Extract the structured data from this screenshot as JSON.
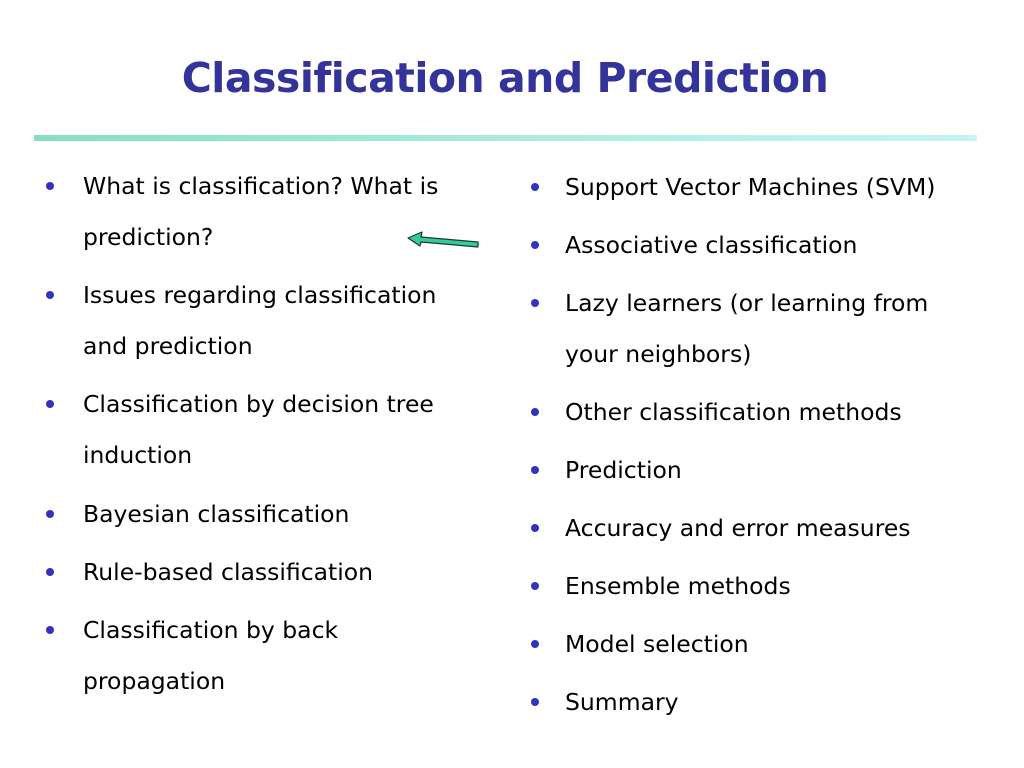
{
  "slide": {
    "title": "Classification and Prediction",
    "colors": {
      "title": "#333399",
      "bullet": "#3333bb",
      "text": "#000000",
      "rule_start": "#86dfbf",
      "rule_end": "#c6f4f1",
      "arrow_fill": "#33cc99",
      "arrow_outline": "#1a3a2a"
    },
    "left_column": {
      "items": [
        {
          "lines": [
            "What is classification? What is",
            "prediction?"
          ]
        },
        {
          "lines": [
            "Issues regarding classification",
            "and prediction"
          ]
        },
        {
          "lines": [
            "Classification by decision tree",
            "induction"
          ]
        },
        {
          "lines": [
            "Bayesian classification"
          ]
        },
        {
          "lines": [
            "Rule-based classification"
          ]
        },
        {
          "lines": [
            "Classification by back",
            "propagation"
          ]
        }
      ]
    },
    "right_column": {
      "items": [
        {
          "lines": [
            "Support Vector Machines (SVM)"
          ]
        },
        {
          "lines": [
            "Associative classification"
          ]
        },
        {
          "lines": [
            "Lazy learners (or learning from",
            "your neighbors)"
          ]
        },
        {
          "lines": [
            "Other classification methods"
          ]
        },
        {
          "lines": [
            "Prediction"
          ]
        },
        {
          "lines": [
            "Accuracy and error measures"
          ]
        },
        {
          "lines": [
            "Ensemble methods"
          ]
        },
        {
          "lines": [
            "Model selection"
          ]
        },
        {
          "lines": [
            "Summary"
          ]
        }
      ]
    },
    "pointer_arrow": {
      "icon": "left-arrow-icon",
      "points_to": "left_column.items.0"
    }
  }
}
